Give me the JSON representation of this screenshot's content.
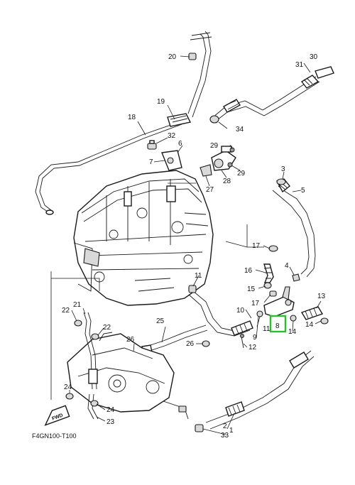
{
  "diagram_code": "F4GN100-T100",
  "fwd_label": "FWD",
  "highlight": {
    "part": "8",
    "color": "#2bbf2b"
  },
  "callouts": {
    "c1": "1",
    "c2": "2",
    "c3": "3",
    "c4": "4",
    "c5": "5",
    "c6": "6",
    "c7": "7",
    "c8": "8",
    "c9": "9",
    "c10": "10",
    "c11a": "11",
    "c11b": "11",
    "c12": "12",
    "c13": "13",
    "c14a": "14",
    "c14b": "14",
    "c15": "15",
    "c16": "16",
    "c17a": "17",
    "c17b": "17",
    "c18": "18",
    "c19": "19",
    "c20": "20",
    "c21": "21",
    "c22a": "22",
    "c22b": "22",
    "c23": "23",
    "c24a": "24",
    "c24b": "24",
    "c25": "25",
    "c26a": "26",
    "c26b": "26",
    "c27": "27",
    "c28": "28",
    "c29a": "29",
    "c29b": "29",
    "c30": "30",
    "c31": "31",
    "c32": "32",
    "c33": "33",
    "c34": "34"
  }
}
